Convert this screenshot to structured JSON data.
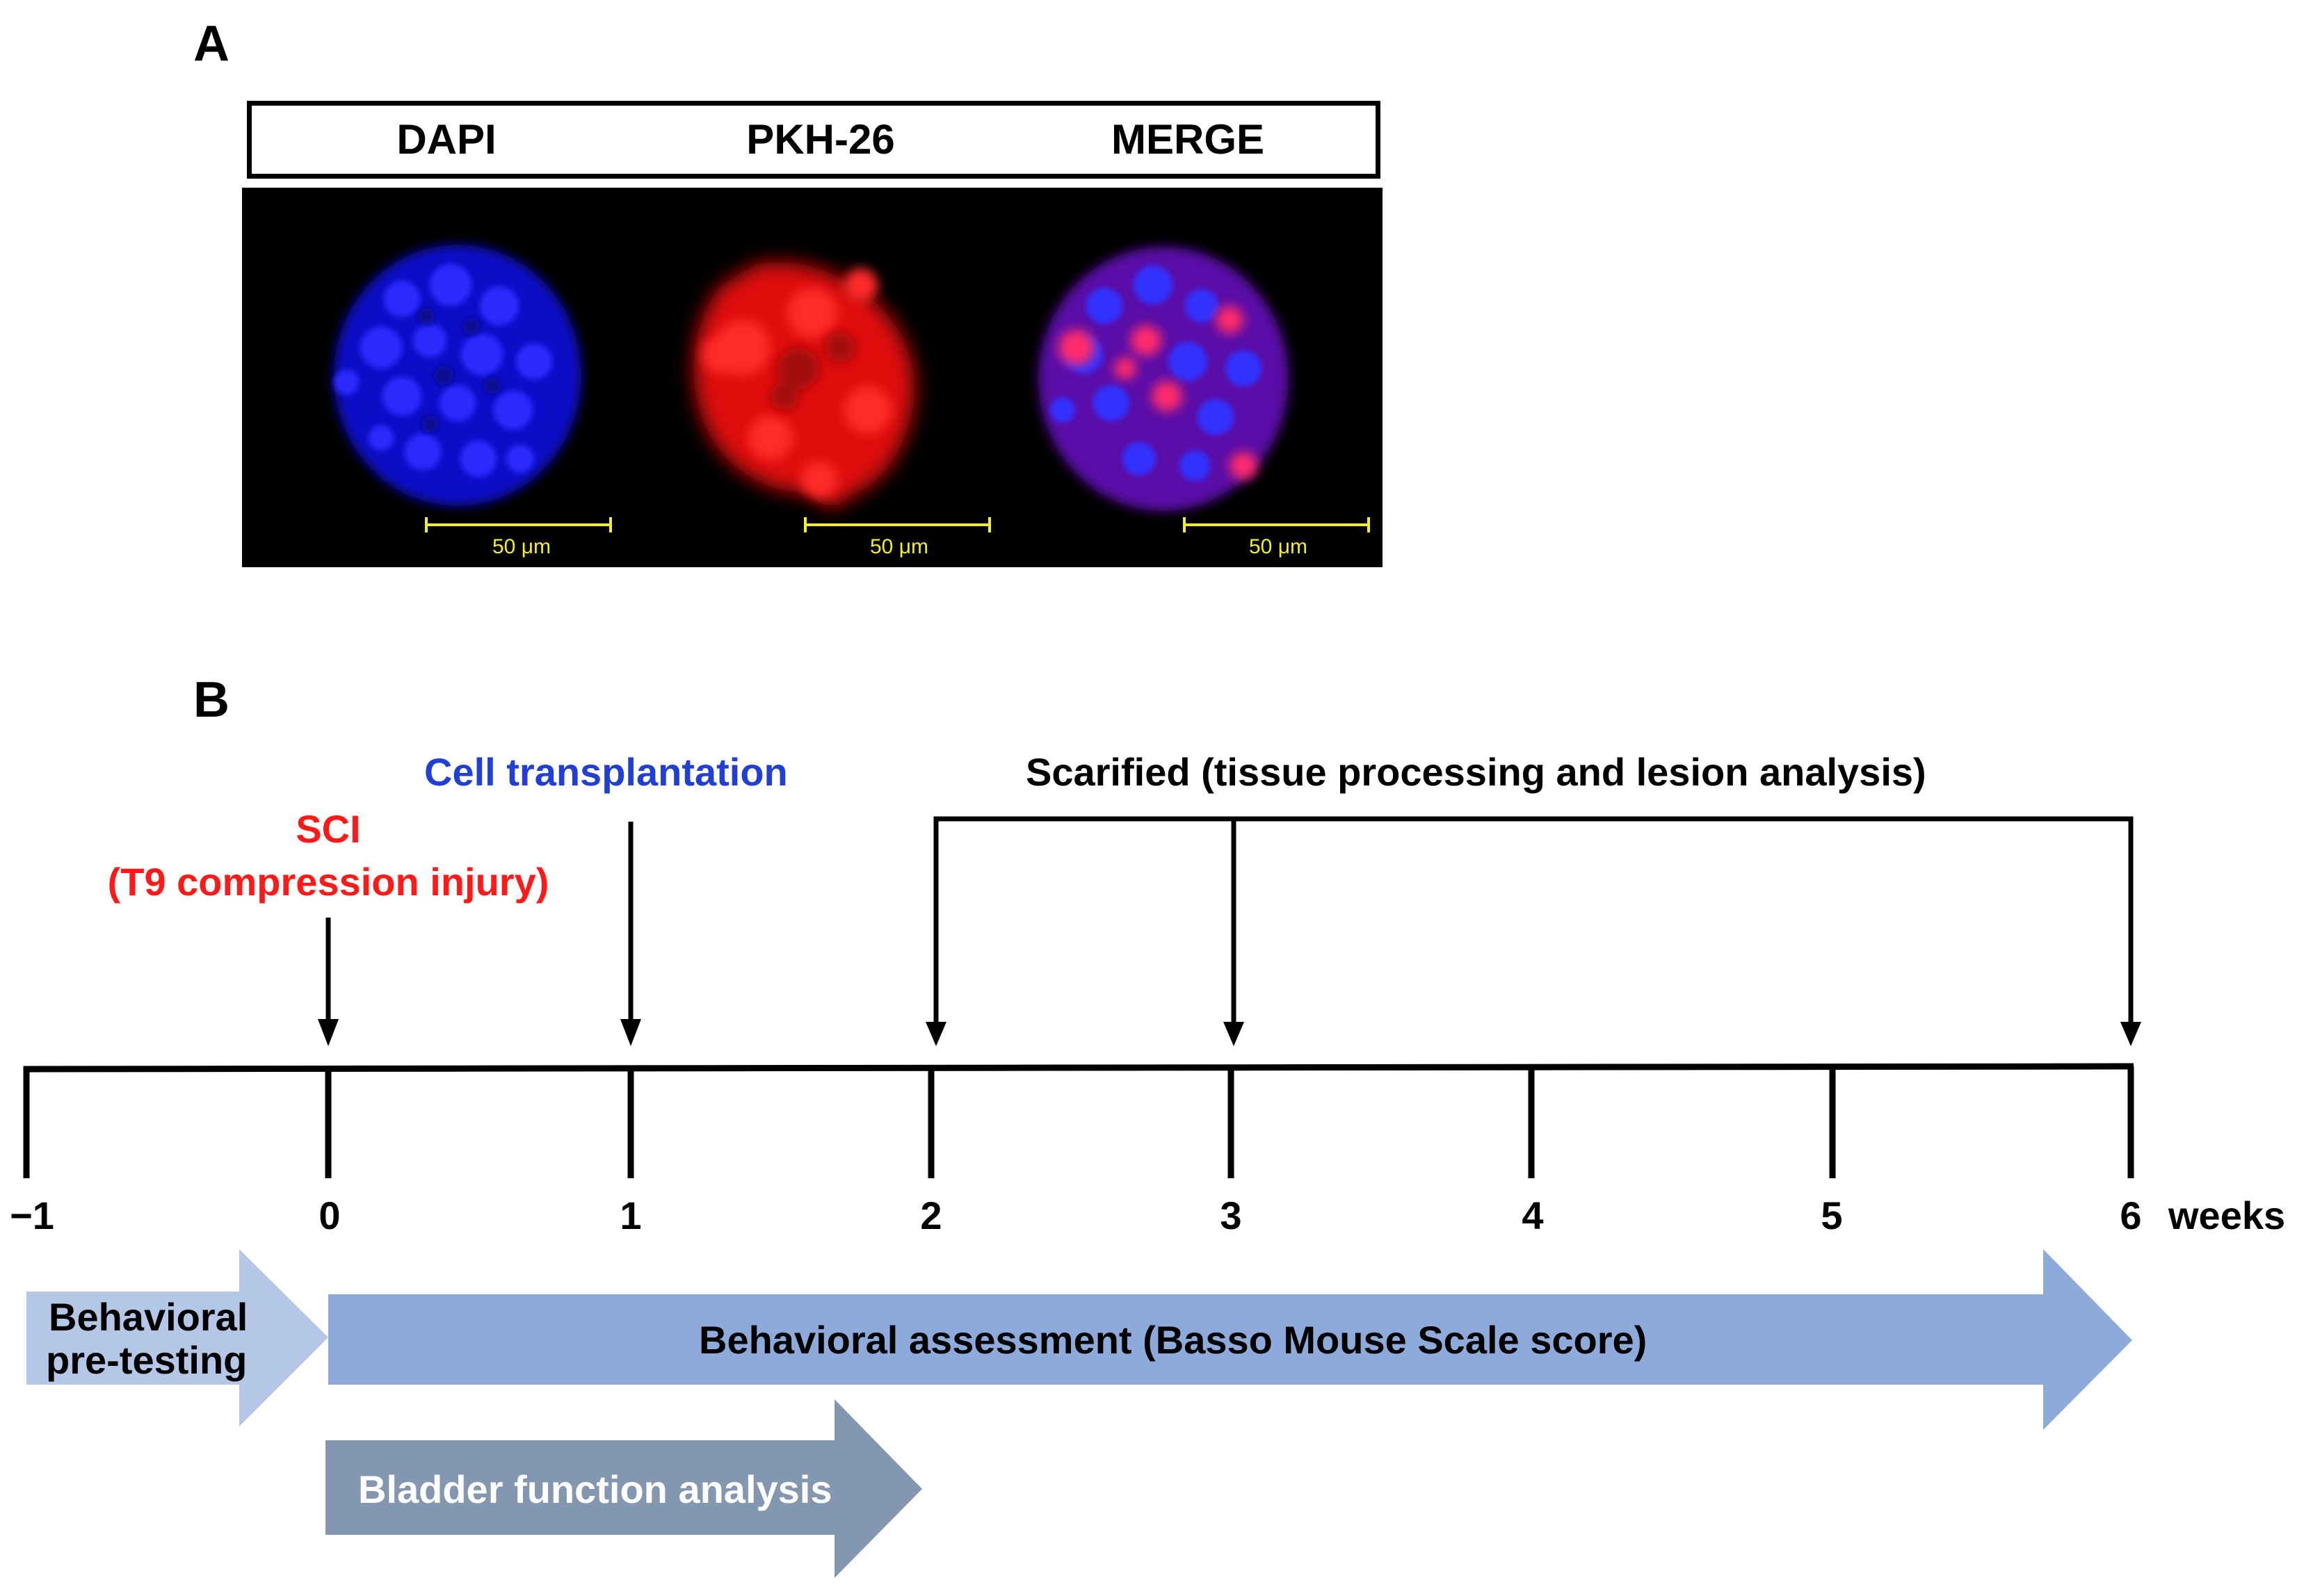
{
  "panel_a": {
    "letter": "A",
    "headers": [
      "DAPI",
      "PKH-26",
      "MERGE"
    ],
    "scalebar_label": "50 μm",
    "colors": {
      "dapi": "#1a1aff",
      "pkh": "#ff1a1a",
      "scalebar": "#f2ee2a"
    }
  },
  "panel_b": {
    "letter": "B",
    "sci_label_line1": "SCI",
    "sci_label_line2": "(T9 compression injury)",
    "cell_label": "Cell transplantation",
    "scarified_label": "Scarified (tissue processing and lesion analysis)",
    "ticks": [
      "−1",
      "0",
      "1",
      "2",
      "3",
      "4",
      "5",
      "6"
    ],
    "unit": "weeks",
    "pretesting_line1": "Behavioral",
    "pretesting_line2": "pre-testing",
    "assessment_label": "Behavioral assessment (Basso Mouse Scale score)",
    "bladder_label": "Bladder function analysis",
    "colors": {
      "sci": "#ff1a1a",
      "cell": "#1f3fd6",
      "pretest": "#b4c7e7",
      "assessment": "#8eaadb",
      "bladder": "#8497b0"
    }
  }
}
